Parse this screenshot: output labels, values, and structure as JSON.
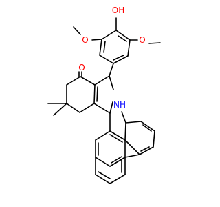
{
  "colors": {
    "bond": "#000000",
    "oxygen": "#ff0000",
    "nitrogen": "#0000ff",
    "background": "#ffffff"
  },
  "atoms": {
    "oh": "OH",
    "o_methoxy_left": "O",
    "o_methoxy_right": "O",
    "o_ketone": "O",
    "nh": "NH"
  }
}
